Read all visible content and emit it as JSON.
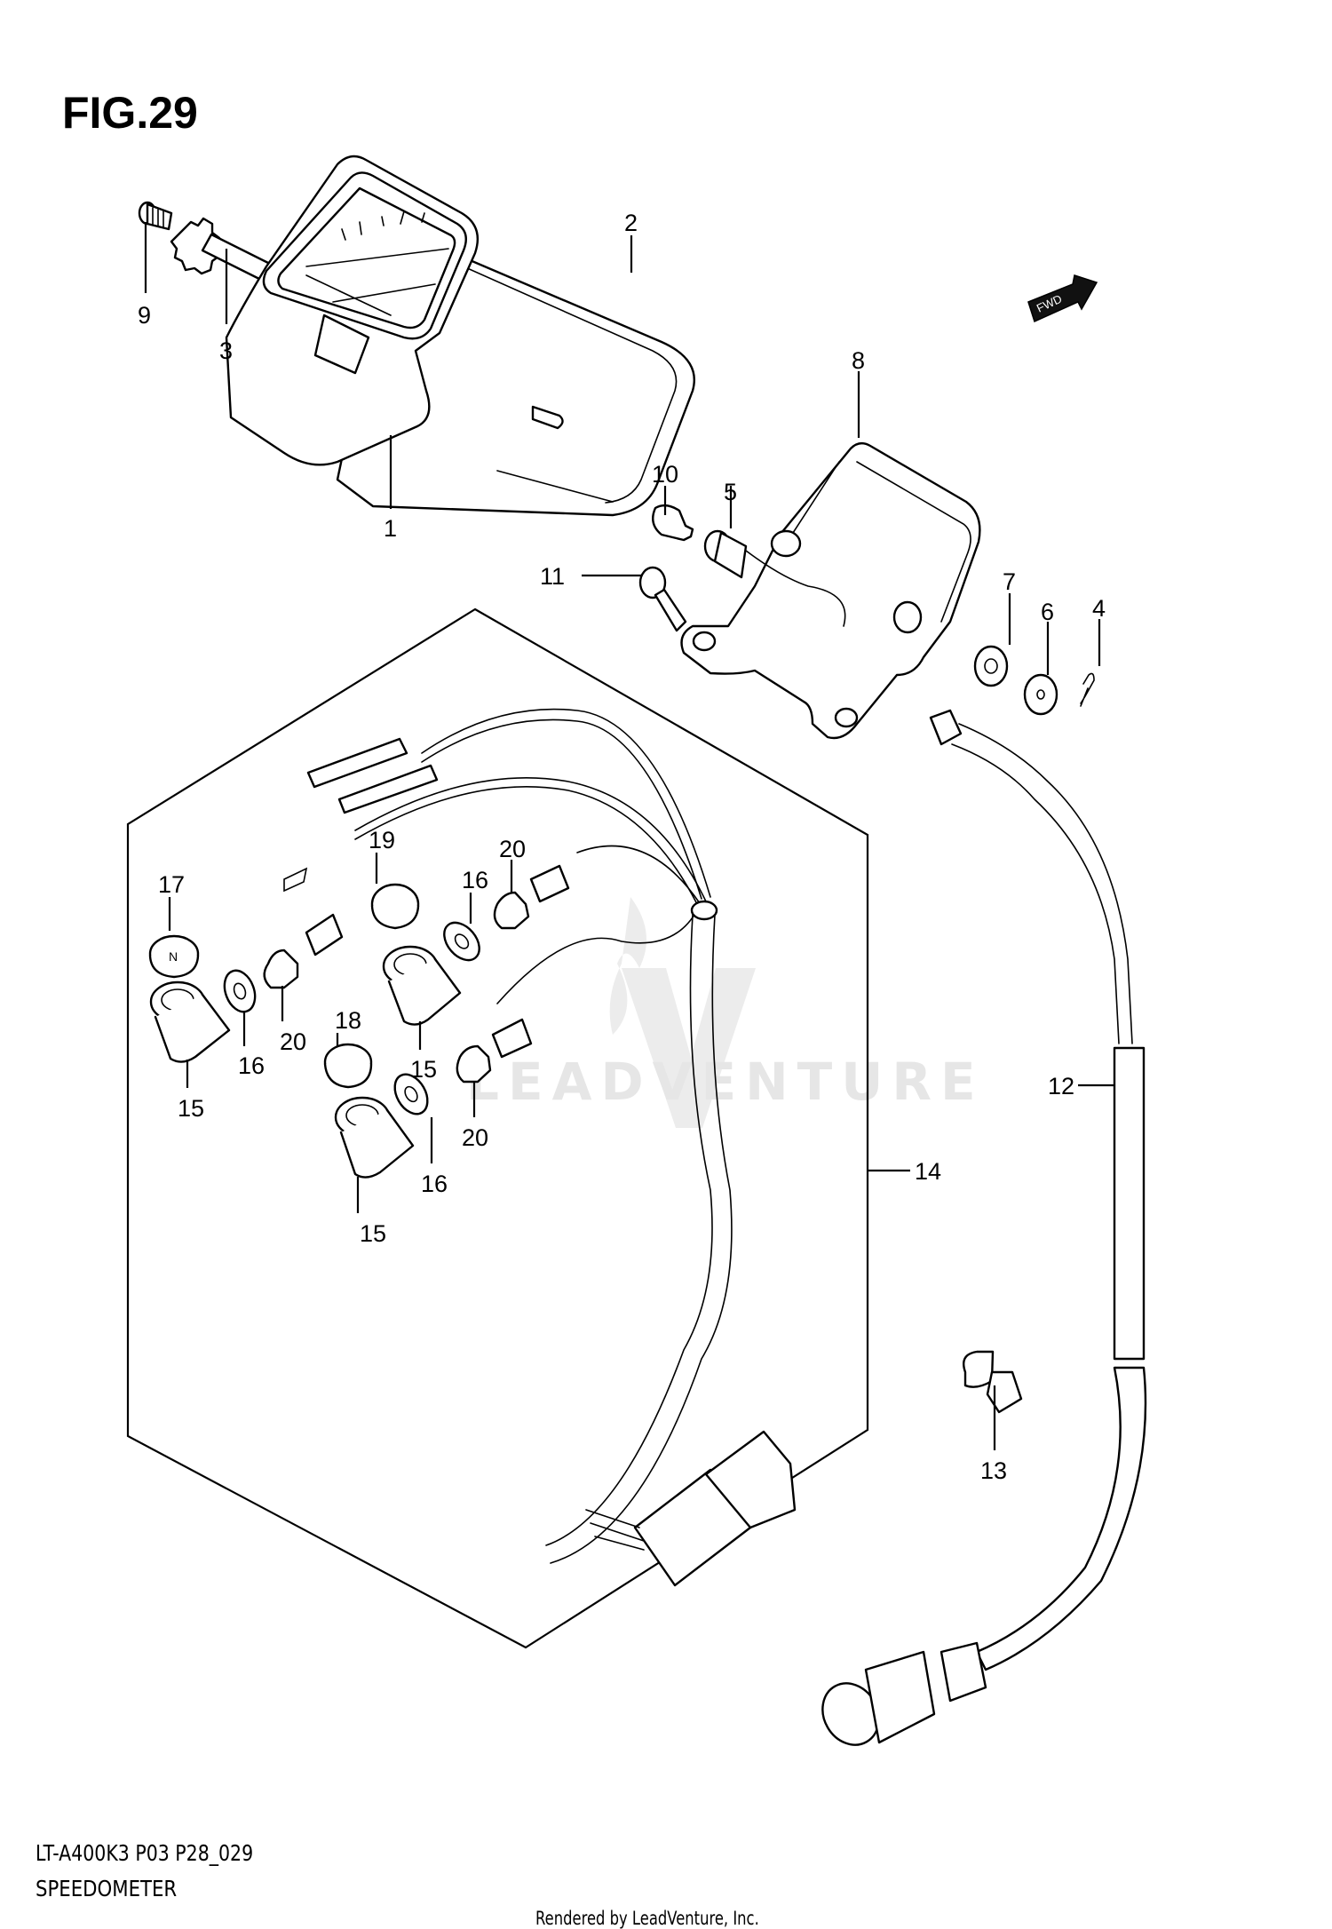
{
  "figure": {
    "title": "FIG.29",
    "model_code": "LT-A400K3 P03 P28_029",
    "section_name": "SPEEDOMETER",
    "credit": "Rendered by LeadVenture, Inc.",
    "watermark": "LEADVENTURE",
    "direction_badge": "FWD"
  },
  "callouts": [
    {
      "id": "c1",
      "label": "1",
      "part": "speedometer-assembly"
    },
    {
      "id": "c2",
      "label": "2",
      "part": "meter-case"
    },
    {
      "id": "c3",
      "label": "3",
      "part": "drive-shaft"
    },
    {
      "id": "c4",
      "label": "4",
      "part": "cotter-clip"
    },
    {
      "id": "c5",
      "label": "5",
      "part": "bulb-socket"
    },
    {
      "id": "c6",
      "label": "6",
      "part": "washer"
    },
    {
      "id": "c7",
      "label": "7",
      "part": "cushion"
    },
    {
      "id": "c8",
      "label": "8",
      "part": "meter-bracket"
    },
    {
      "id": "c9",
      "label": "9",
      "part": "screw"
    },
    {
      "id": "c10",
      "label": "10",
      "part": "bulb"
    },
    {
      "id": "c11",
      "label": "11",
      "part": "bolt"
    },
    {
      "id": "c12",
      "label": "12",
      "part": "speedometer-cable"
    },
    {
      "id": "c13",
      "label": "13",
      "part": "cable-clamp"
    },
    {
      "id": "c14",
      "label": "14",
      "part": "wiring-harness"
    },
    {
      "id": "c15a",
      "label": "15",
      "part": "indicator-housing"
    },
    {
      "id": "c15b",
      "label": "15",
      "part": "indicator-housing"
    },
    {
      "id": "c15c",
      "label": "15",
      "part": "indicator-housing"
    },
    {
      "id": "c16a",
      "label": "16",
      "part": "grommet"
    },
    {
      "id": "c16b",
      "label": "16",
      "part": "grommet"
    },
    {
      "id": "c16c",
      "label": "16",
      "part": "grommet"
    },
    {
      "id": "c17",
      "label": "17",
      "part": "neutral-lens-cap"
    },
    {
      "id": "c18",
      "label": "18",
      "part": "reverse-lens-cap"
    },
    {
      "id": "c19",
      "label": "19",
      "part": "high-beam-lens-cap"
    },
    {
      "id": "c20a",
      "label": "20",
      "part": "indicator-bulb"
    },
    {
      "id": "c20b",
      "label": "20",
      "part": "indicator-bulb"
    },
    {
      "id": "c20c",
      "label": "20",
      "part": "indicator-bulb"
    }
  ]
}
